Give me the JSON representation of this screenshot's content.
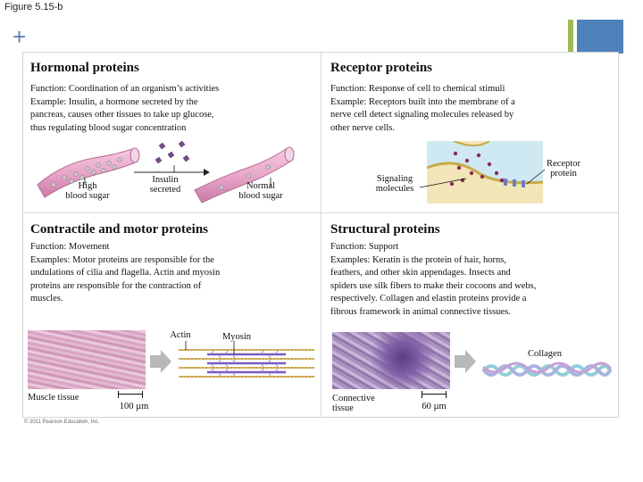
{
  "figure_label": "Figure 5.15-b",
  "hormonal": {
    "title": "Hormonal proteins",
    "function_text": "Function: Coordination of an organism’s activities",
    "example_line1": "Example: Insulin, a hormone secreted by the",
    "example_line2": "pancreas, causes other tissues to take up glucose,",
    "example_line3": "thus regulating blood sugar concentration",
    "label_high_1": "High",
    "label_high_2": "blood sugar",
    "label_insulin_1": "Insulin",
    "label_insulin_2": "secreted",
    "label_normal_1": "Normal",
    "label_normal_2": "blood sugar"
  },
  "receptor": {
    "title": "Receptor proteins",
    "function_text": "Function: Response of cell to chemical stimuli",
    "example_line1": "Example: Receptors built into the membrane of a",
    "example_line2": "nerve cell detect signaling molecules released by",
    "example_line3": "other nerve cells.",
    "label_receptor_1": "Receptor",
    "label_receptor_2": "protein",
    "label_signal_1": "Signaling",
    "label_signal_2": "molecules"
  },
  "contractile": {
    "title": "Contractile and motor proteins",
    "function_text": "Function: Movement",
    "line1": "Examples: Motor proteins are responsible for the",
    "line2": "undulations of cilia and flagella. Actin and myosin",
    "line3": "proteins are responsible for the contraction of",
    "line4": "muscles.",
    "label_actin": "Actin",
    "label_myosin": "Myosin",
    "label_muscle": "Muscle tissue",
    "scale": "100 µm"
  },
  "structural": {
    "title": "Structural proteins",
    "function_text": "Function: Support",
    "line1": "Examples: Keratin is the protein of hair, horns,",
    "line2": "feathers, and other skin appendages. Insects and",
    "line3": "spiders use silk fibers to make their cocoons and webs,",
    "line4": "respectively. Collagen and elastin proteins provide a",
    "line5": "fibrous framework in animal connective tissues.",
    "label_collagen": "Collagen",
    "label_connective_1": "Connective",
    "label_connective_2": "tissue",
    "scale": "60 µm"
  },
  "copyright": "© 2011 Pearson Education, Inc.",
  "colors": {
    "accent_green": "#9bbb59",
    "accent_blue": "#4f81bd",
    "vessel_pink": "#e9a6c9",
    "insulin_purple": "#7a4a8c",
    "muscle_pink": "#d9a7c4",
    "connective_purple": "#8a6aa4"
  }
}
